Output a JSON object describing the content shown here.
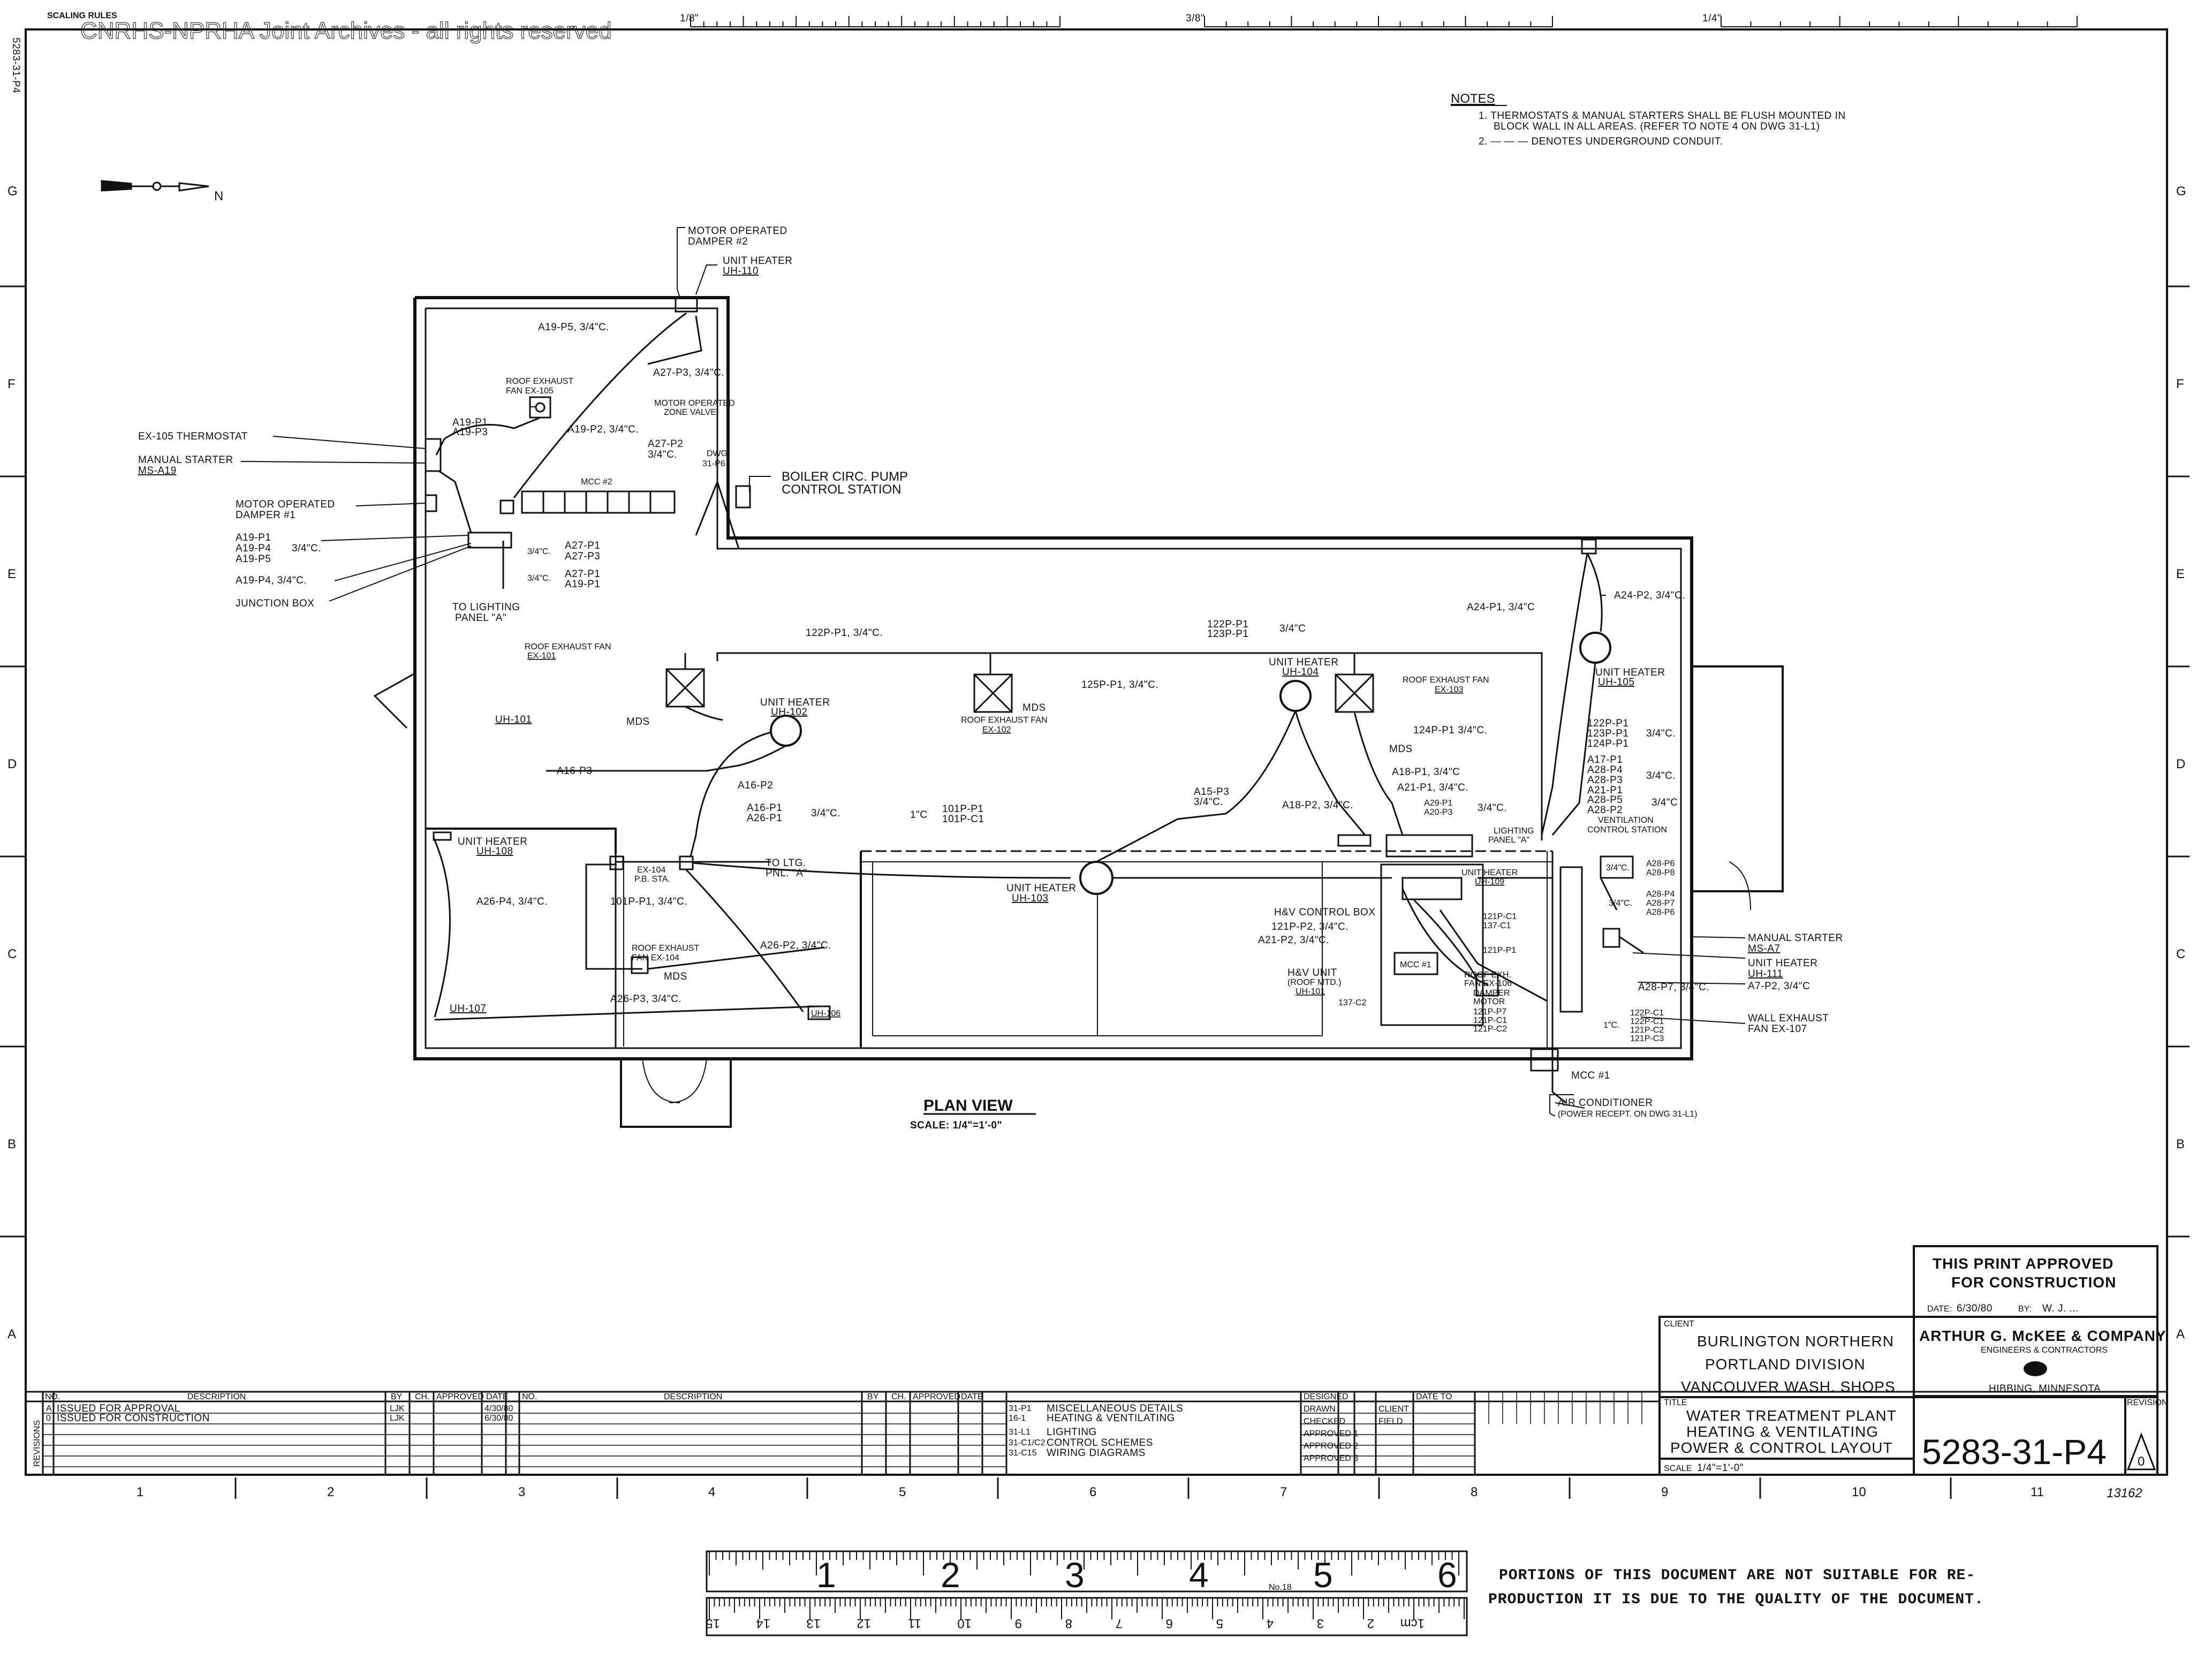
{
  "watermark": "CNRHS-NPRHA Joint Archives - all rights reserved",
  "scaling_rules": "SCALING RULES",
  "scale_marks": [
    "1/8\"",
    "3/8\"",
    "1/4\""
  ],
  "side_vertical_text": "5283-31-P4",
  "zone_letters": [
    "G",
    "F",
    "E",
    "D",
    "C",
    "B",
    "A"
  ],
  "zone_numbers": [
    "1",
    "2",
    "3",
    "4",
    "5",
    "6",
    "7",
    "8",
    "9",
    "10",
    "11"
  ],
  "notes": {
    "heading": "NOTES",
    "lines": [
      "1. THERMOSTATS & MANUAL STARTERS SHALL BE FLUSH MOUNTED IN",
      "BLOCK WALL IN ALL AREAS. (REFER TO NOTE 4 ON DWG 31-L1)",
      "2. — — — DENOTES UNDERGROUND CONDUIT."
    ]
  },
  "north_arrow": "N",
  "plan": {
    "title": "PLAN VIEW",
    "scale": "SCALE: 1/4\"=1'-0\"",
    "labels": {
      "mod2": "MOTOR OPERATED",
      "mod2b": "DAMPER #2",
      "uh110a": "UNIT HEATER",
      "uh110b": "UH-110",
      "a19p5": "A19-P5, 3/4\"C.",
      "a27p3": "A27-P3, 3/4\"C.",
      "ex105a": "ROOF EXHAUST",
      "ex105b": "FAN EX-105",
      "movz": "MOTOR OPERATED",
      "movz2": "ZONE VALVE",
      "a19p1": "A19-P1",
      "a19p3": "A19-P3",
      "a19p2": "A19-P2, 3/4\"C.",
      "a27p2": "A27-P2",
      "a27p2b": "3/4\"C.",
      "dwg": "DWG.",
      "dwg2": "31-P6",
      "ex105t": "EX-105 THERMOSTAT",
      "ms1": "MANUAL STARTER",
      "ms2": "MS-A19",
      "mod1": "MOTOR OPERATED",
      "mod1b": "DAMPER #1",
      "boiler": "BOILER CIRC. PUMP",
      "boiler2": "CONTROL STATION",
      "mcc2": "MCC #2",
      "a19grp1": "A19-P1",
      "a19grp2": "A19-P4",
      "a19grp3": "A19-P5",
      "a19grpc": "3/4\"C.",
      "a19p4": "A19-P4, 3/4\"C.",
      "a27p1": "A27-P1",
      "a27p3b": "A27-P3",
      "a27p1b": "A27-P1",
      "a19p1b": "A19-P1",
      "jbox": "JUNCTION BOX",
      "tlp1": "TO LIGHTING",
      "tlp2": "PANEL \"A\"",
      "p122a": "122P-P1, 3/4\"C.",
      "p122b": "122P-P1",
      "p122c": "123P-P1",
      "p122d": "3/4\"C",
      "a24p1": "A24-P1, 3/4\"C",
      "a24p2": "A24-P2, 3/4\"C.",
      "ex101a": "ROOF EXHAUST FAN",
      "ex101b": "EX-101",
      "uh102a": "UNIT HEATER",
      "uh102b": "UH-102",
      "mds1": "MDS",
      "mds2": "MDS",
      "p125": "125P-P1, 3/4\"C.",
      "ex102a": "ROOF EXHAUST FAN",
      "ex102b": "EX-102",
      "uh104a": "UNIT HEATER",
      "uh104b": "UH-104",
      "ex103a": "ROOF EXHAUST FAN",
      "ex103b": "EX-103",
      "p124": "124P-P1 3/4\"C.",
      "mds3": "MDS",
      "uh105a": "UNIT HEATER",
      "uh105b": "UH-105",
      "uh101": "UH-101",
      "a16p3": "A16-P3",
      "a16p2": "A16-P2",
      "a16p1": "A16-P1",
      "a26p1": "A26-P1",
      "a16c": "3/4\"C.",
      "c101a": "1\"C",
      "c101b": "101P-P1",
      "c101c": "101P-C1",
      "a15p3": "A15-P3",
      "a15c": "3/4\"C.",
      "a18p2": "A18-P2, 3/4\"C.",
      "a18p1": "A18-P1, 3/4\"C",
      "a21p1": "A21-P1, 3/4\"C.",
      "a29p1": "A29-P1",
      "a20p3": "A20-P3",
      "a29c": "3/4\"C.",
      "lp1": "LIGHTING",
      "lp2": "PANEL \"A\"",
      "r122": "122P-P1",
      "r123": "123P-P1",
      "r124": "124P-P1",
      "r3c": "3/4\"C.",
      "a17p1": "A17-P1",
      "a28p4": "A28-P4",
      "a28p3": "A28-P3",
      "a17c": "3/4\"C.",
      "a21p1b": "A21-P1",
      "a28p5": "A28-P5",
      "a28p2": "A28-P2",
      "a21c": "3/4\"C",
      "vent1": "VENTILATION",
      "vent2": "CONTROL STATION",
      "uh108a": "UNIT HEATER",
      "uh108b": "UH-108",
      "ex104pb": "EX-104",
      "pbsta": "P.B. STA.",
      "tltg1": "TO LTG.",
      "tltg2": "PNL. \"A\"",
      "uh103a": "UNIT HEATER",
      "uh103b": "UH-103",
      "uh109a": "UNIT HEATER",
      "uh109b": "UH-109",
      "a26p4": "A26-P4, 3/4\"C.",
      "p101p1": "101P-P1, 3/4\"C.",
      "ex104a": "ROOF EXHAUST",
      "ex104b": "FAN EX-104",
      "mds4": "MDS",
      "a26p2": "A26-P2, 3/4\"C.",
      "a26p3": "A26-P3, 3/4\"C.",
      "uh107": "UH-107",
      "uh106": "UH-106",
      "hv1": "H&V CONTROL BOX",
      "p121f": "121P-P2, 3/4\"C.",
      "a21p2": "A21-P2, 3/4\"C.",
      "c121": "121P-C1",
      "c137": "137-C1",
      "p121p1": "121P-P1",
      "hvu1": "H&V UNIT",
      "hvu2": "(ROOF MTD.)",
      "hvu3": "UH-101",
      "mcc1": "MCC #1",
      "reh1": "ROOF EXH.",
      "reh2": "FAN EX-106",
      "dm1": "DAMPER",
      "dm2": "MOTOR",
      "p121p7": "121P-P7",
      "c121c1": "121P-C1",
      "c121c2": "121P-C2",
      "c137c2": "137-C2",
      "a28p6": "A28-P6",
      "a28p8": "A28-P8",
      "a28c": "3/4\"C.",
      "a28p4b": "A28-P4",
      "a28p7": "A28-P7",
      "a28p6b": "A28-P6",
      "a28c2": "3/4\"C.",
      "a28p7c": "A28-P7, 3/4\"C.",
      "c122a": "122P-C1",
      "c122b": "122P-C1",
      "c122c": "121P-C2",
      "c122d": "121P-C3",
      "c122e": "1\"C.",
      "ms7a": "MANUAL STARTER",
      "ms7b": "MS-A7",
      "uh111a": "UNIT HEATER",
      "uh111b": "UH-111",
      "a7p2": "A7-P2, 3/4\"C",
      "ex107a": "WALL EXHAUST",
      "ex107b": "FAN EX-107",
      "mcc1b": "MCC #1",
      "ac1": "AIR CONDITIONER",
      "ac2": "(POWER RECEPT. ON DWG 31-L1)"
    }
  },
  "approval_stamp": {
    "line1": "THIS PRINT APPROVED",
    "line2": "FOR CONSTRUCTION",
    "date_label": "DATE:",
    "date_value": "6/30/80",
    "by_label": "BY:",
    "by_value": "W. J. ..."
  },
  "client": {
    "label": "CLIENT",
    "line1": "BURLINGTON NORTHERN",
    "line2": "PORTLAND DIVISION",
    "line3": "VANCOUVER WASH. SHOPS"
  },
  "company": {
    "name": "ARTHUR G. McKEE & COMPANY",
    "sub": "ENGINEERS & CONTRACTORS",
    "city": "HIBBING, MINNESOTA"
  },
  "title_block": {
    "title_label": "TITLE",
    "line1": "WATER TREATMENT PLANT",
    "line2": "HEATING & VENTILATING",
    "line3": "POWER & CONTROL LAYOUT",
    "scale_label": "SCALE",
    "scale_value": "1/4\"=1'-0\"",
    "sheet_no": "5283-31-P4",
    "revision_label": "REVISION",
    "revision": "0"
  },
  "revisions": {
    "side_label": "REVISIONS",
    "headers": [
      "NO.",
      "DESCRIPTION",
      "BY",
      "CH.",
      "APPROVED",
      "DATE"
    ],
    "rows": [
      {
        "no": "A",
        "desc": "ISSUED FOR APPROVAL",
        "by": "LJK",
        "date": "4/30/80"
      },
      {
        "no": "0",
        "desc": "ISSUED FOR CONSTRUCTION",
        "by": "LJK",
        "date": "6/30/80"
      }
    ]
  },
  "references": {
    "rows": [
      {
        "dwg": "31-P1",
        "desc": "MISCELLANEOUS DETAILS"
      },
      {
        "dwg": "16-1",
        "desc": "HEATING & VENTILATING"
      },
      {
        "dwg": "31-L1",
        "desc": "LIGHTING"
      },
      {
        "dwg": "31-C1/C2",
        "desc": "CONTROL SCHEMES"
      },
      {
        "dwg": "31-C15",
        "desc": "WIRING DIAGRAMS"
      }
    ]
  },
  "signoff": {
    "rows": [
      "DESIGNED",
      "DRAWN",
      "CHECKED",
      "APPROVED 1",
      "APPROVED 2",
      "APPROVED 3"
    ],
    "date_to": "DATE TO",
    "client_label": "CLIENT",
    "field_label": "FIELD"
  },
  "sheet_number_corner": "13162",
  "ruler_top": [
    "1",
    "2",
    "3",
    "4",
    "5",
    "6"
  ],
  "ruler_bottom": [
    "15",
    "14",
    "13",
    "12",
    "11",
    "10",
    "9",
    "8",
    "7",
    "6",
    "5",
    "4",
    "3",
    "2",
    "1cm"
  ],
  "ruler_note": "No.18",
  "notice": {
    "line1": "PORTIONS OF THIS DOCUMENT ARE NOT SUITABLE FOR RE-",
    "line2": "PRODUCTION IT IS DUE TO THE QUALITY OF THE DOCUMENT."
  }
}
